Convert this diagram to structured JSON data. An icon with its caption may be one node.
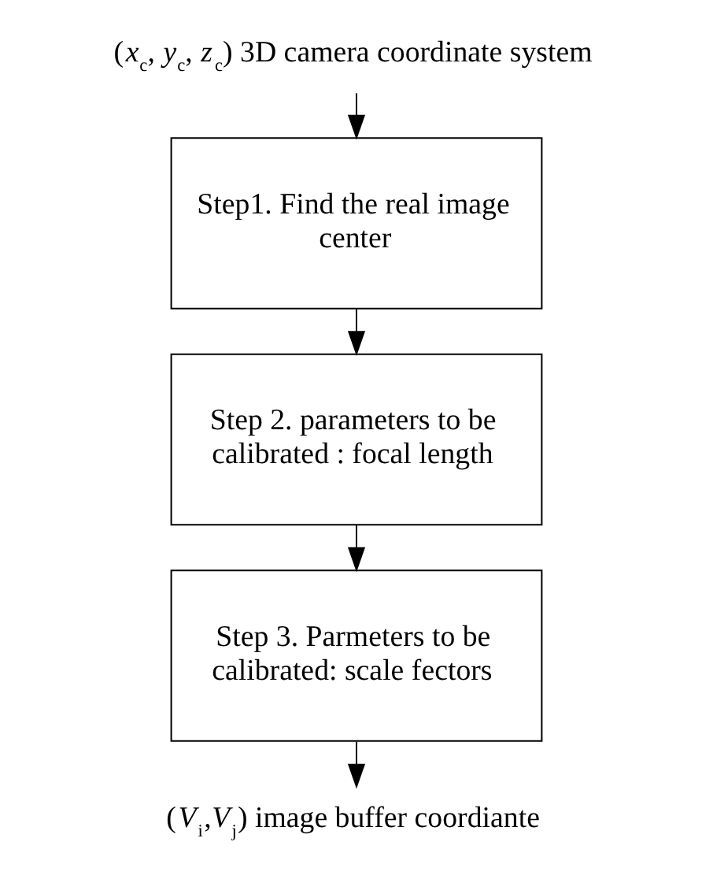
{
  "diagram": {
    "nodes": [
      {
        "text": [
          "(*x*$_{c}$, *y*$_{c}$, *z*$_{c}$) 3D camera coordinate system"
        ]
      },
      {
        "text": [
          "Step1. Find the real image center"
        ]
      },
      {
        "text": [
          "Step 2. parameters to be calibrated : focal length"
        ]
      },
      {
        "text": [
          "Step 3. Parmeters to be calibrated: scale fectors"
        ]
      },
      {
        "text": [
          "(*V*$_{i}$,*V*$_{j}$) image buffer coordiante"
        ]
      }
    ],
    "edges": [
      {
        "from": 0,
        "to": 1,
        "arrow": "to"
      },
      {
        "from": 1,
        "to": 2,
        "arrow": "to"
      },
      {
        "from": 2,
        "to": 3,
        "arrow": "to"
      },
      {
        "from": 3,
        "to": 4,
        "arrow": "to"
      }
    ]
  }
}
